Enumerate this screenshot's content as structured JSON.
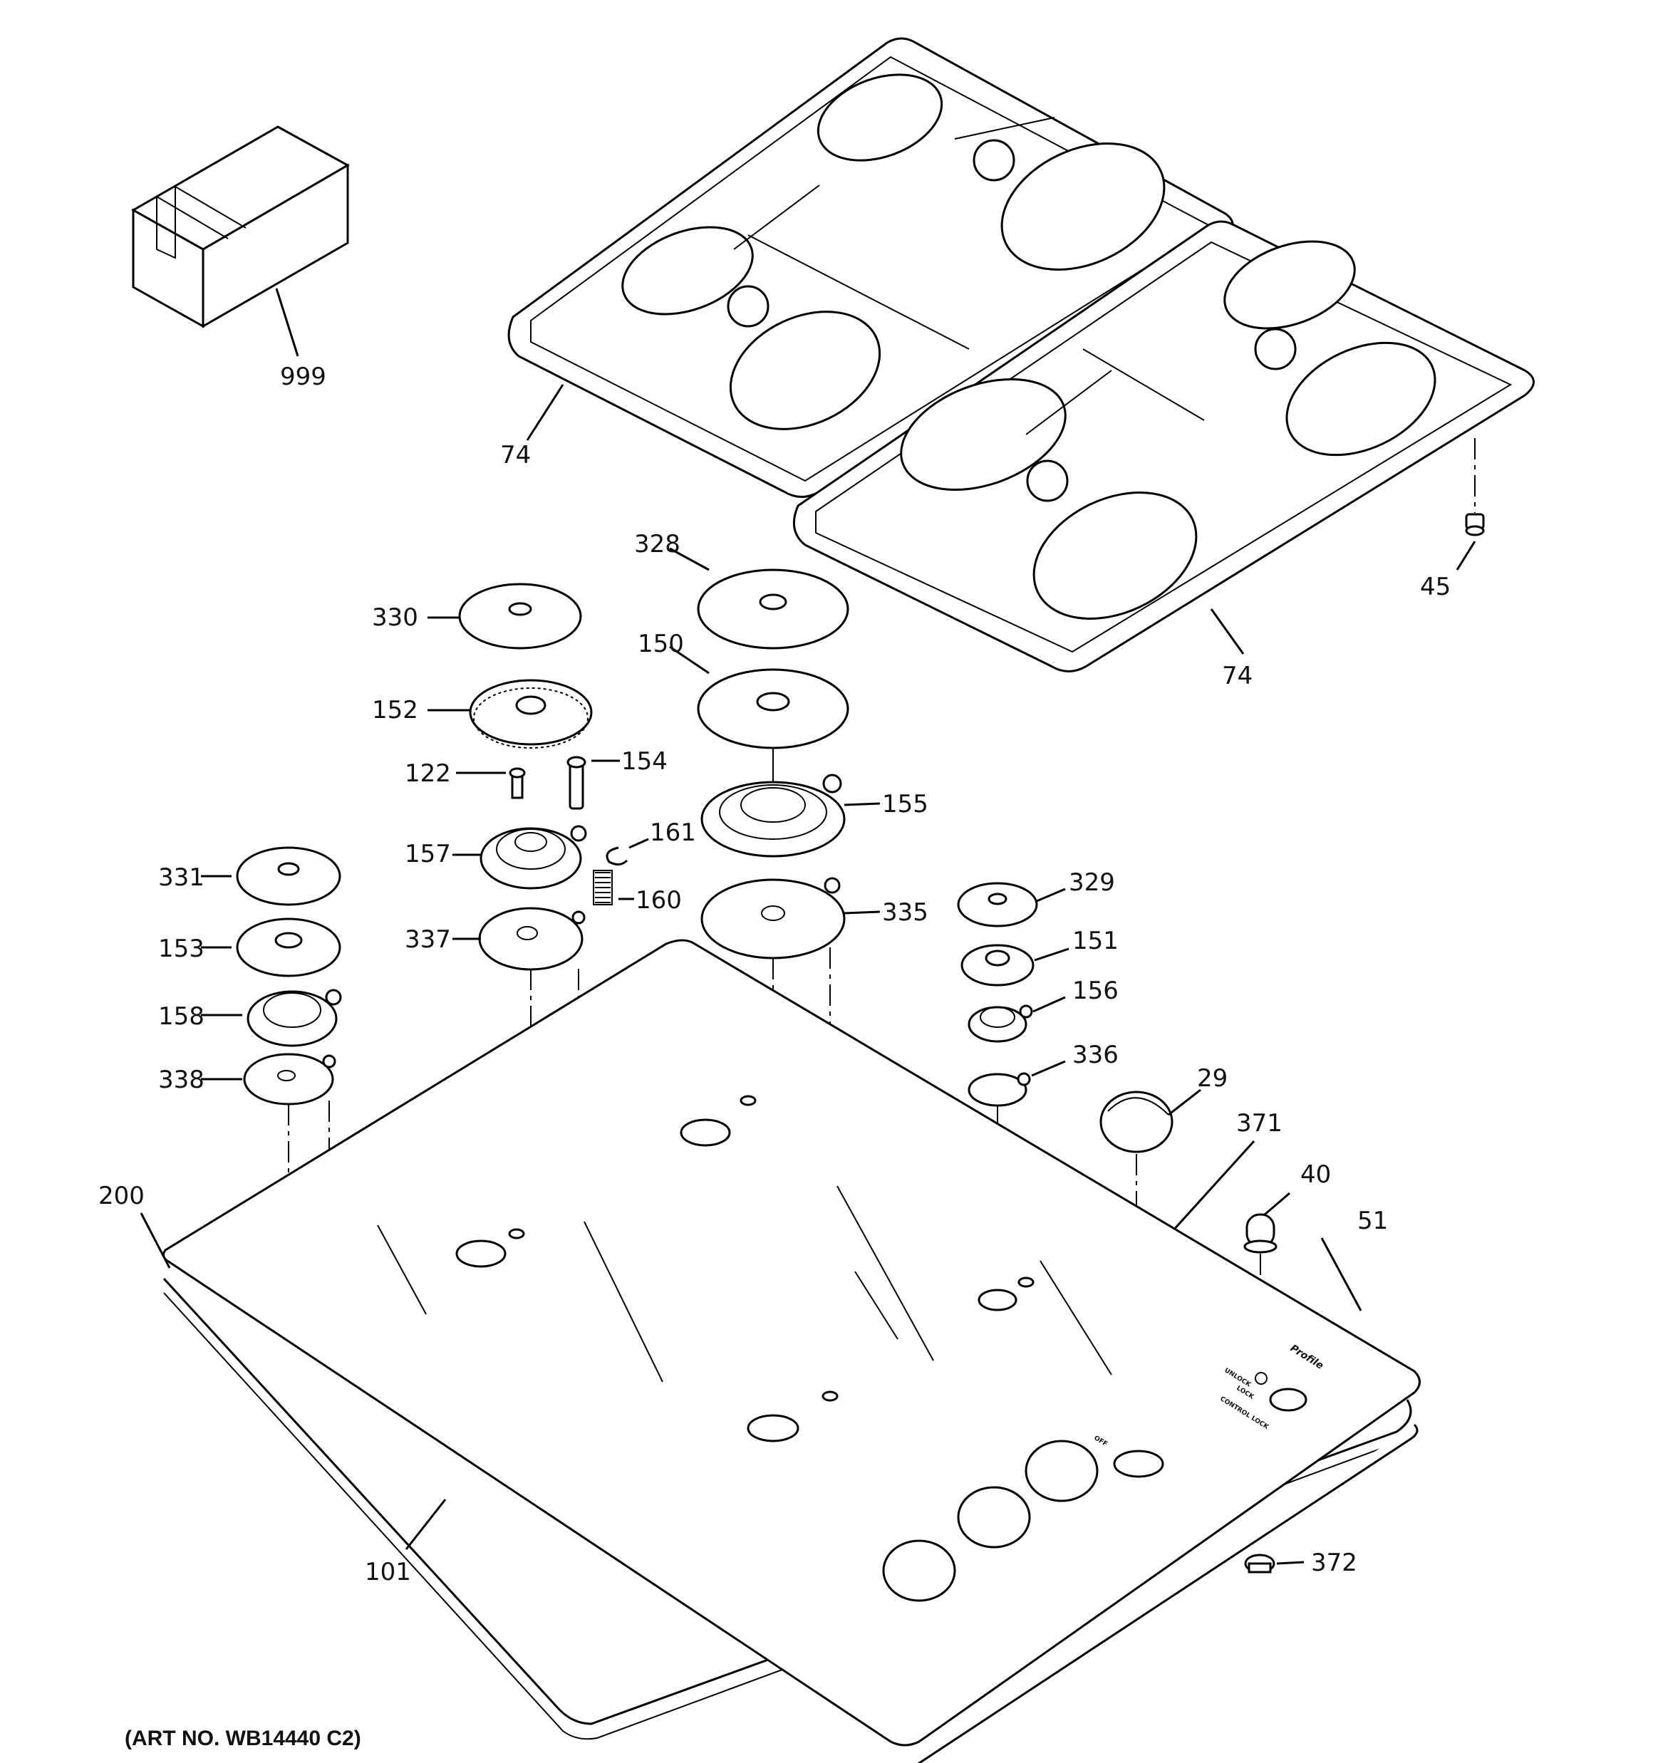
{
  "diagram": {
    "art_number": "(ART NO. WB14440 C2)",
    "labels": {
      "p999": "999",
      "p74a": "74",
      "p74b": "74",
      "p45": "45",
      "p328": "328",
      "p330": "330",
      "p150": "150",
      "p152": "152",
      "p122": "122",
      "p154": "154",
      "p155": "155",
      "p157": "157",
      "p161": "161",
      "p160": "160",
      "p331": "331",
      "p337": "337",
      "p335": "335",
      "p329": "329",
      "p153": "153",
      "p151": "151",
      "p158": "158",
      "p156": "156",
      "p336": "336",
      "p338": "338",
      "p29": "29",
      "p371": "371",
      "p40": "40",
      "p200": "200",
      "p51": "51",
      "p101": "101",
      "p372": "372"
    },
    "panel_text": {
      "unlock": "UNLOCK",
      "lock": "LOCK",
      "control_lock": "CONTROL LOCK",
      "off": "OFF",
      "brand": "Profile"
    }
  }
}
